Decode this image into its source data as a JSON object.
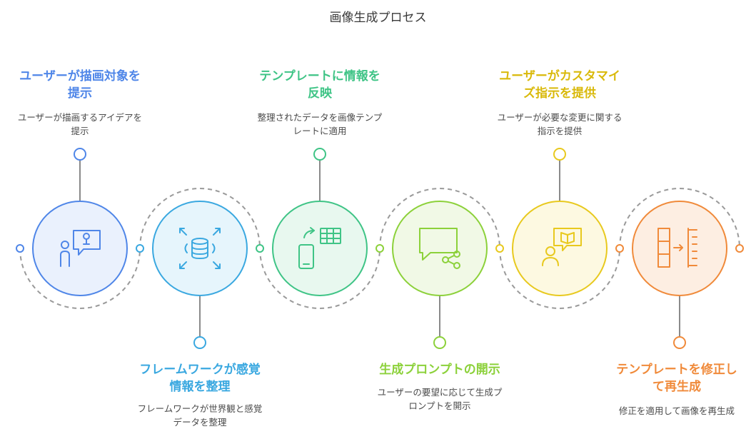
{
  "title": "画像生成プロセス",
  "colors": {
    "step1": "#4f86e8",
    "step2": "#3aa8e0",
    "step3": "#3fc486",
    "step4": "#8cd13a",
    "step5": "#e8c91e",
    "step6": "#f08a3a",
    "connector": "#9a9a9a",
    "stem": "#8a8a8a"
  },
  "steps": [
    {
      "title_lines": [
        "ユーザーが描画対象を",
        "提示"
      ],
      "desc_lines": [
        "ユーザーが描画するアイデアを",
        "提示"
      ],
      "icon": "person-idea-icon"
    },
    {
      "title_lines": [
        "フレームワークが感覚",
        "情報を整理"
      ],
      "desc_lines": [
        "フレームワークが世界観と感覚",
        "データを整理"
      ],
      "icon": "database-expand-icon"
    },
    {
      "title_lines": [
        "テンプレートに情報を",
        "反映"
      ],
      "desc_lines": [
        "整理されたデータを画像テンプ",
        "レートに適用"
      ],
      "icon": "phone-table-icon"
    },
    {
      "title_lines": [
        "生成プロンプトの開示"
      ],
      "desc_lines": [
        "ユーザーの要望に応じて生成プ",
        "ロンプトを開示"
      ],
      "icon": "chat-share-icon"
    },
    {
      "title_lines": [
        "ユーザーがカスタマイ",
        "ズ指示を提供"
      ],
      "desc_lines": [
        "ユーザーが必要な変更に関する",
        "指示を提供"
      ],
      "icon": "person-chat-icon"
    },
    {
      "title_lines": [
        "テンプレートを修正し",
        "て再生成"
      ],
      "desc_lines": [
        "修正を適用して画像を再生成"
      ],
      "icon": "layout-arrow-icon"
    }
  ]
}
